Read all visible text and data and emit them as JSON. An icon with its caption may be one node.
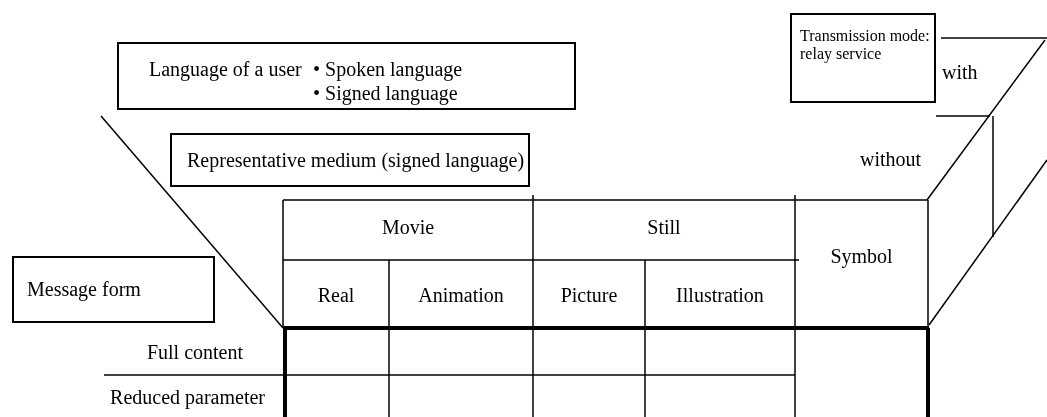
{
  "diagram": {
    "nodes": [
      {
        "text": [
          "Language of a user",
          "• Spoken language",
          "• Signed language"
        ]
      },
      {
        "text": [
          "Transmission mode: relay service"
        ]
      },
      {
        "text": [
          "Representative medium (signed language)"
        ]
      },
      {
        "text": [
          "Message form"
        ]
      }
    ],
    "labels": [
      "with",
      "without",
      "Movie",
      "Still",
      "Symbol",
      "Real",
      "Animation",
      "Picture",
      "Illustration",
      "Full content",
      "Reduced parameter"
    ]
  }
}
